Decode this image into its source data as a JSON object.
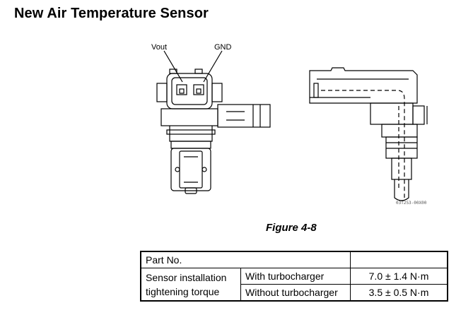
{
  "title": "New Air Temperature Sensor",
  "figure": {
    "label_vout": "Vout",
    "label_gnd": "GND",
    "code": "03T253-00X00",
    "caption": "Figure 4-8"
  },
  "table": {
    "header": "Part No.",
    "row_label_line1": "Sensor installation",
    "row_label_line2": "tightening torque",
    "rows": [
      {
        "condition": "With turbocharger",
        "value": "7.0 ± 1.4 N·m"
      },
      {
        "condition": "Without turbocharger",
        "value": "3.5 ± 0.5 N·m"
      }
    ]
  }
}
